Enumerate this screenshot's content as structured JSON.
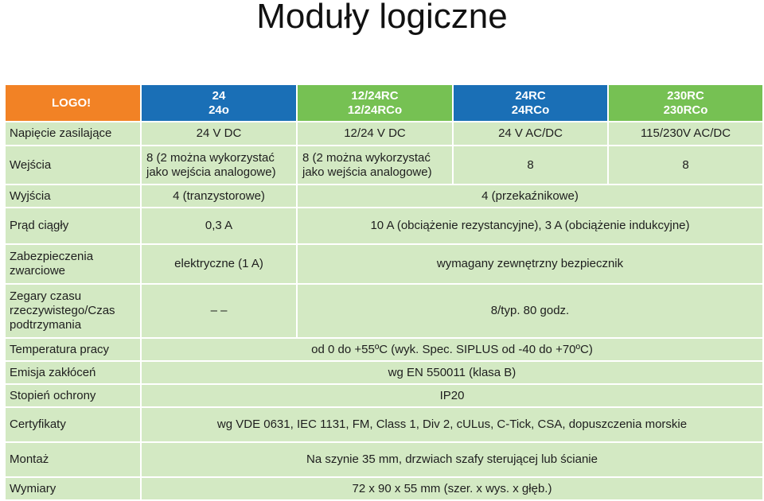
{
  "title": "Moduły logiczne",
  "header": {
    "logo": "LOGO!",
    "col1": [
      "24",
      "24o"
    ],
    "col2": [
      "12/24RC",
      "12/24RCo"
    ],
    "col3": [
      "24RC",
      "24RCo"
    ],
    "col4": [
      "230RC",
      "230RCo"
    ]
  },
  "rows": {
    "supply": {
      "label": "Napięcie zasilające",
      "c1": "24 V DC",
      "c2": "12/24 V DC",
      "c3": "24 V AC/DC",
      "c4": "115/230V AC/DC"
    },
    "inputs": {
      "label": "Wejścia",
      "c1": [
        "8 (2 można wykorzystać",
        "jako wejścia analogowe)"
      ],
      "c2": [
        "8 (2 można wykorzystać",
        "jako wejścia analogowe)"
      ],
      "c3": "8",
      "c4": "8"
    },
    "outputs": {
      "label": "Wyjścia",
      "c1": "4 (tranzystorowe)",
      "c234": "4 (przekaźnikowe)"
    },
    "current": {
      "label": "Prąd ciągły",
      "c1": "0,3 A",
      "c234": "10 A (obciążenie rezystancyjne), 3 A (obciążenie indukcyjne)"
    },
    "shortcircuit": {
      "label": [
        "Zabezpieczenia",
        "zwarciowe"
      ],
      "c1": "elektryczne (1 A)",
      "c234": "wymagany zewnętrzny bezpiecznik"
    },
    "clock": {
      "label": [
        "Zegary czasu",
        "rzeczywistego/Czas",
        "podtrzymania"
      ],
      "c1": "– –",
      "c234": "8/typ. 80 godz."
    },
    "temperature": {
      "label": "Temperatura pracy",
      "value": "od 0 do +55ºC (wyk. Spec. SIPLUS od -40 do +70ºC)"
    },
    "emission": {
      "label": "Emisja zakłóceń",
      "value": "wg EN 550011 (klasa B)"
    },
    "protection": {
      "label": "Stopień ochrony",
      "value": "IP20"
    },
    "certificates": {
      "label": "Certyfikaty",
      "value": "wg VDE 0631, IEC 1131, FM, Class 1, Div 2, cULus, C-Tick, CSA, dopuszczenia morskie"
    },
    "mounting": {
      "label": "Montaż",
      "value": "Na szynie 35 mm, drzwiach szafy sterującej lub ścianie"
    },
    "dimensions": {
      "label": "Wymiary",
      "value": "72 x 90 x 55 mm (szer. x wys. x głęb.)"
    }
  },
  "colors": {
    "logo_header": "#f28225",
    "blue_header": "#1a6fb6",
    "green_header": "#76c153",
    "cell_bg": "#d3e9c3"
  }
}
